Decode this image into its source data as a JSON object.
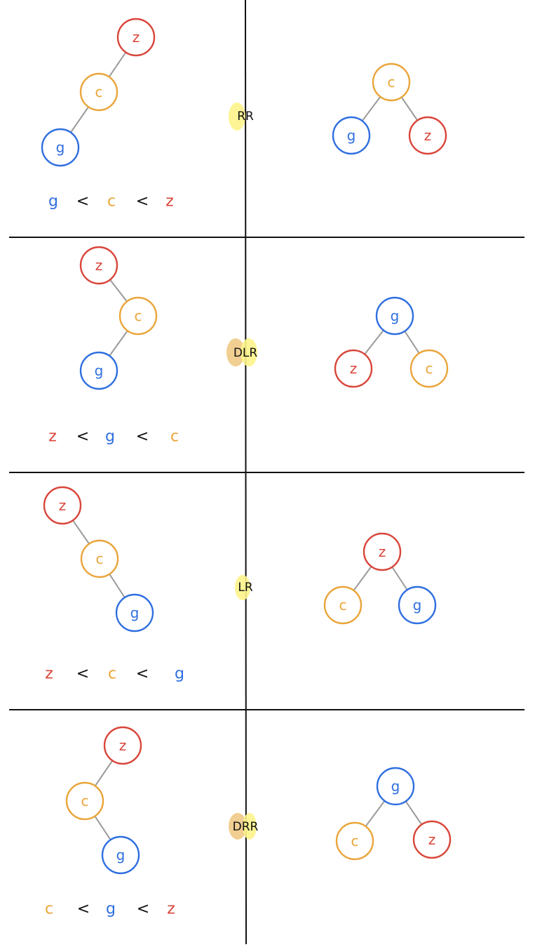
{
  "colors": {
    "z": "#d9453a",
    "c": "#eaa53a",
    "g": "#2f6fe0",
    "edge": "#9a9a9a",
    "ink": "#111111",
    "highlight_yellow": "#fdf48a",
    "highlight_orange": "#f0c986"
  },
  "panels": [
    {
      "rotation_label": "RR",
      "before_nodes": [
        {
          "label": "z",
          "color": "z"
        },
        {
          "label": "c",
          "color": "c"
        },
        {
          "label": "g",
          "color": "g"
        }
      ],
      "after_nodes": [
        {
          "label": "c",
          "color": "c"
        },
        {
          "label": "g",
          "color": "g"
        },
        {
          "label": "z",
          "color": "z"
        }
      ],
      "inequality": [
        {
          "label": "g",
          "color": "g"
        },
        {
          "label": "<",
          "color": "ink"
        },
        {
          "label": "c",
          "color": "c"
        },
        {
          "label": "<",
          "color": "ink"
        },
        {
          "label": "z",
          "color": "z"
        }
      ]
    },
    {
      "rotation_label": "DLR",
      "before_nodes": [
        {
          "label": "z",
          "color": "z"
        },
        {
          "label": "c",
          "color": "c"
        },
        {
          "label": "g",
          "color": "g"
        }
      ],
      "after_nodes": [
        {
          "label": "g",
          "color": "g"
        },
        {
          "label": "z",
          "color": "z"
        },
        {
          "label": "c",
          "color": "c"
        }
      ],
      "inequality": [
        {
          "label": "z",
          "color": "z"
        },
        {
          "label": "<",
          "color": "ink"
        },
        {
          "label": "g",
          "color": "g"
        },
        {
          "label": "<",
          "color": "ink"
        },
        {
          "label": "c",
          "color": "c"
        }
      ]
    },
    {
      "rotation_label": "LR",
      "before_nodes": [
        {
          "label": "z",
          "color": "z"
        },
        {
          "label": "c",
          "color": "c"
        },
        {
          "label": "g",
          "color": "g"
        }
      ],
      "after_nodes": [
        {
          "label": "z",
          "color": "z"
        },
        {
          "label": "c",
          "color": "c"
        },
        {
          "label": "g",
          "color": "g"
        }
      ],
      "inequality": [
        {
          "label": "z",
          "color": "z"
        },
        {
          "label": "<",
          "color": "ink"
        },
        {
          "label": "c",
          "color": "c"
        },
        {
          "label": "<",
          "color": "ink"
        },
        {
          "label": "g",
          "color": "g"
        }
      ]
    },
    {
      "rotation_label": "DRR",
      "before_nodes": [
        {
          "label": "z",
          "color": "z"
        },
        {
          "label": "c",
          "color": "c"
        },
        {
          "label": "g",
          "color": "g"
        }
      ],
      "after_nodes": [
        {
          "label": "g",
          "color": "g"
        },
        {
          "label": "c",
          "color": "c"
        },
        {
          "label": "z",
          "color": "z"
        }
      ],
      "inequality": [
        {
          "label": "c",
          "color": "c"
        },
        {
          "label": "<",
          "color": "ink"
        },
        {
          "label": "g",
          "color": "g"
        },
        {
          "label": "<",
          "color": "ink"
        },
        {
          "label": "z",
          "color": "z"
        }
      ]
    }
  ]
}
